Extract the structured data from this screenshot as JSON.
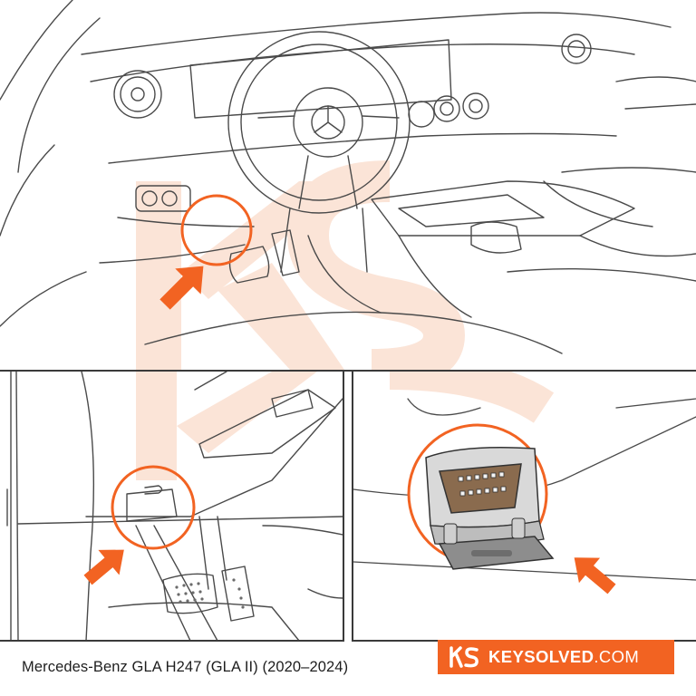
{
  "caption": "Mercedes-Benz GLA H247 (GLA II) (2020–2024)",
  "brand": {
    "name": "KEYSOLVED",
    "suffix": ".COM",
    "logo_text": "KS",
    "color": "#f26322"
  },
  "colors": {
    "accent": "#f26322",
    "line": "#4a4a4a",
    "watermark": "#fbe3d6"
  },
  "icons": {
    "arrow": "orange-arrow-icon",
    "highlight": "orange-circle-highlight"
  }
}
